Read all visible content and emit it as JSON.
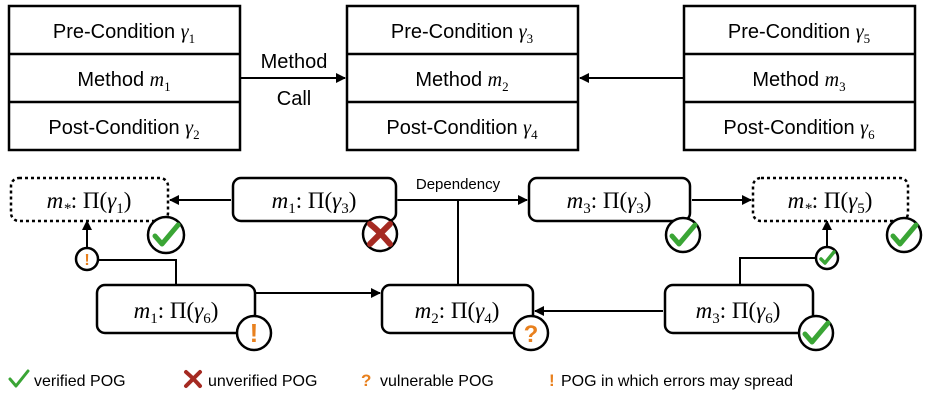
{
  "methods": [
    {
      "pre_prefix": "Pre-Condition",
      "pre_var": "γ",
      "pre_sub": "1",
      "method_prefix": "Method",
      "method_var": "m",
      "method_sub": "1",
      "post_prefix": "Post-Condition",
      "post_var": "γ",
      "post_sub": "2"
    },
    {
      "pre_prefix": "Pre-Condition",
      "pre_var": "γ",
      "pre_sub": "3",
      "method_prefix": "Method",
      "method_var": "m",
      "method_sub": "2",
      "post_prefix": "Post-Condition",
      "post_var": "γ",
      "post_sub": "4"
    },
    {
      "pre_prefix": "Pre-Condition",
      "pre_var": "γ",
      "pre_sub": "5",
      "method_prefix": "Method",
      "method_var": "m",
      "method_sub": "3",
      "post_prefix": "Post-Condition",
      "post_var": "γ",
      "post_sub": "6"
    }
  ],
  "method_call_label": [
    "Method",
    "Call"
  ],
  "dependency_label": "Dependency",
  "pog_nodes": [
    {
      "id": "m-star-gamma1",
      "m": "m",
      "m_sub": "*",
      "g_sub": "1",
      "status": "verified",
      "dotted": true
    },
    {
      "id": "m1-gamma3",
      "m": "m",
      "m_sub": "1",
      "g_sub": "3",
      "status": "unverified",
      "dotted": false
    },
    {
      "id": "m3-gamma3",
      "m": "m",
      "m_sub": "3",
      "g_sub": "3",
      "status": "verified",
      "dotted": false
    },
    {
      "id": "m-star-gamma5",
      "m": "m",
      "m_sub": "*",
      "g_sub": "5",
      "status": "verified",
      "dotted": true
    },
    {
      "id": "m1-gamma6",
      "m": "m",
      "m_sub": "1",
      "g_sub": "6",
      "status": "spread",
      "dotted": false
    },
    {
      "id": "m2-gamma4",
      "m": "m",
      "m_sub": "2",
      "g_sub": "4",
      "status": "vulnerable",
      "dotted": false
    },
    {
      "id": "m3-gamma6",
      "m": "m",
      "m_sub": "3",
      "g_sub": "6",
      "status": "verified",
      "dotted": false
    }
  ],
  "pi_symbol": "Π",
  "gamma_symbol": "γ",
  "legend": [
    {
      "status": "verified",
      "label": "verified POG"
    },
    {
      "status": "unverified",
      "label": "unverified POG"
    },
    {
      "status": "vulnerable",
      "label": "vulnerable POG"
    },
    {
      "status": "spread",
      "label": "POG in which errors may spread"
    }
  ],
  "colors": {
    "check": "#3aa535",
    "cross": "#a52a22",
    "warn": "#e8801e",
    "line": "#000000"
  }
}
